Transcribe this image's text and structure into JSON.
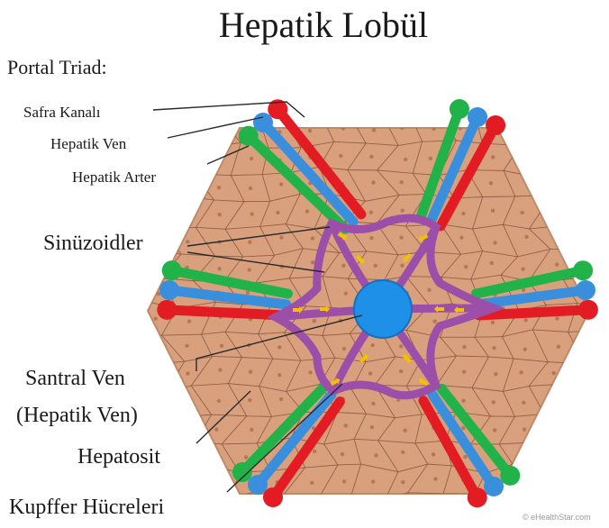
{
  "title": "Hepatik Lobül",
  "labels": {
    "portal_triad": "Portal Triad:",
    "bile_duct": "Safra Kanalı",
    "hepatic_vein": "Hepatik Ven",
    "hepatic_artery": "Hepatik Arter",
    "sinusoids": "Sinüzoidler",
    "central_vein_line1": "Santral Ven",
    "central_vein_line2": "(Hepatik Ven)",
    "hepatocyte": "Hepatosit",
    "kupffer_cells": "Kupffer Hücreleri"
  },
  "credit": "© eHealthStar.com",
  "colors": {
    "lobule_fill": "#d9a07e",
    "cell_line": "#8a5a40",
    "artery": "#e31b23",
    "vein": "#3a8fdc",
    "bile": "#21b34a",
    "sinusoid": "#9b4fa8",
    "central_vein": "#1e90e8",
    "arrow": "#f2c200"
  }
}
